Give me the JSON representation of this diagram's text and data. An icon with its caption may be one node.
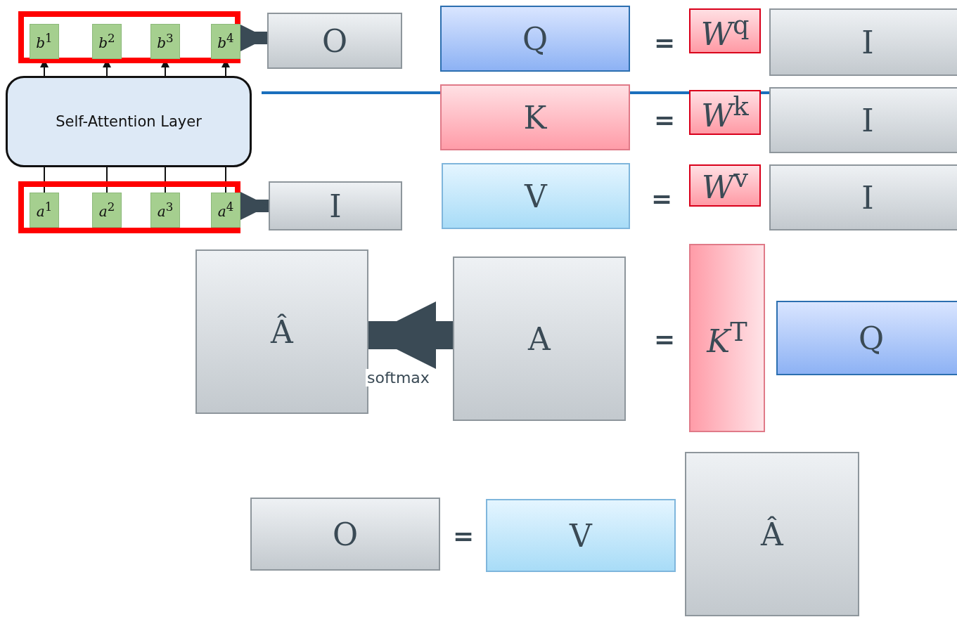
{
  "diagram": {
    "nodes": [
      {
        "text": [],
        "shape": "box"
      },
      {
        "text": [
          "*b*$^{1}$"
        ],
        "in": 0
      },
      {
        "text": [
          "*b*$^{2}$"
        ],
        "in": 0
      },
      {
        "text": [
          "*b*$^{3}$"
        ],
        "in": 0
      },
      {
        "text": [
          "*b*$^{4}$"
        ],
        "in": 0
      },
      {
        "text": [
          "Self-Attention Layer"
        ]
      },
      {
        "text": [],
        "shape": "box"
      },
      {
        "text": [
          "*a*$^{1}$"
        ],
        "in": 6
      },
      {
        "text": [
          "*a*$^{2}$"
        ],
        "in": 6
      },
      {
        "text": [
          "*a*$^{3}$"
        ],
        "in": 6
      },
      {
        "text": [
          "*a*$^{4}$"
        ],
        "in": 6
      },
      {
        "text": [
          "O"
        ]
      },
      {
        "text": [
          "I"
        ]
      },
      {
        "text": [
          "Q"
        ]
      },
      {
        "text": [
          "*W*$^{q}$"
        ]
      },
      {
        "text": [
          "I"
        ]
      },
      {
        "text": [
          "K"
        ]
      },
      {
        "text": [
          "*W*$^{k}$"
        ]
      },
      {
        "text": [
          "I"
        ]
      },
      {
        "text": [
          "V"
        ]
      },
      {
        "text": [
          "*W*$^{v}$"
        ]
      },
      {
        "text": [
          "I"
        ]
      },
      {
        "text": [
          "Â"
        ]
      },
      {
        "text": [
          "A"
        ]
      },
      {
        "text": [
          "*K*$^{T}$"
        ]
      },
      {
        "text": [
          "Q"
        ]
      },
      {
        "text": [
          "O"
        ]
      },
      {
        "text": [
          "V"
        ]
      },
      {
        "text": [
          "Â"
        ]
      }
    ],
    "edges": [
      {
        "from": 5,
        "to": 1,
        "arrow": "to"
      },
      {
        "from": 5,
        "to": 2,
        "arrow": "to"
      },
      {
        "from": 5,
        "to": 3,
        "arrow": "to"
      },
      {
        "from": 5,
        "to": 4,
        "arrow": "to"
      },
      {
        "from": 7,
        "to": 5,
        "arrow": "none"
      },
      {
        "from": 8,
        "to": 5,
        "arrow": "none"
      },
      {
        "from": 9,
        "to": 5,
        "arrow": "none"
      },
      {
        "from": 10,
        "to": 5,
        "arrow": "none"
      },
      {
        "from": 0,
        "to": 11,
        "arrow": "to",
        "style": "thick"
      },
      {
        "from": 6,
        "to": 12,
        "arrow": "to",
        "style": "thick"
      },
      {
        "from": 23,
        "to": 22,
        "arrow": "to",
        "style": "thick",
        "label": "softmax"
      }
    ],
    "labels": [
      "=",
      "=",
      "=",
      "=",
      "="
    ]
  }
}
